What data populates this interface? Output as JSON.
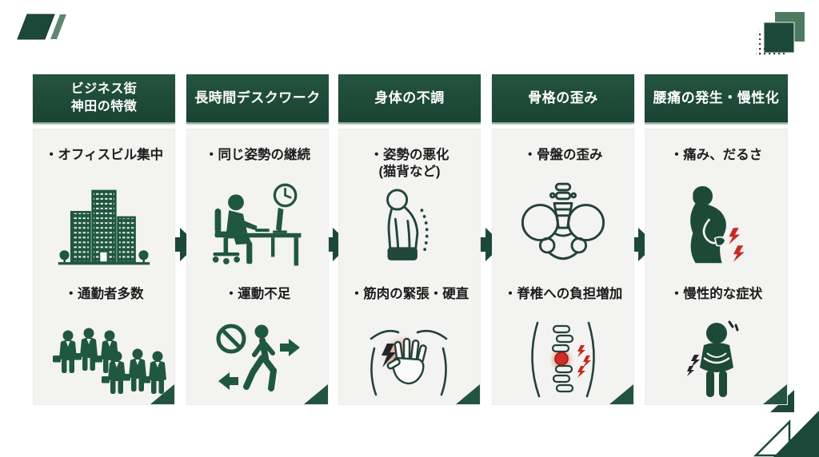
{
  "slide": {
    "type": "process-flow-infographic",
    "language": "ja",
    "step_count": 5
  },
  "colors": {
    "dark_green": "#1c4839",
    "icon_green": "#20573f",
    "outline_green": "#21413382",
    "panel_bg": "#f3f3f1",
    "pain_red": "#c3281e",
    "pain_glow": "#e2604f",
    "header_text": "#ffffff",
    "body_text": "#1c1c1c"
  },
  "flow": {
    "arrow_icon": "arrow-right-icon",
    "arrow_count": 4,
    "direction": "left-to-right"
  },
  "decorations": {
    "top_left": "brand-parallelogram-logo",
    "top_right": "overlapping-squares-with-dot-grid",
    "bottom_right": "corner-triangles",
    "panel_corner": "panel-corner-triangle"
  },
  "columns": [
    {
      "header": "ビジネス街\n神田の特徴",
      "bullets": [
        {
          "text": "・オフィスビル集中",
          "icon": "office-buildings-icon"
        },
        {
          "text": "・通勤者多数",
          "icon": "commuters-icon"
        }
      ]
    },
    {
      "header": "長時間デスクワーク",
      "bullets": [
        {
          "text": "・同じ姿勢の継続",
          "icon": "desk-work-icon"
        },
        {
          "text": "・運動不足",
          "icon": "no-exercise-icon"
        }
      ]
    },
    {
      "header": "身体の不調",
      "bullets": [
        {
          "text": "・姿勢の悪化\n(猫背など)",
          "icon": "slouching-posture-icon"
        },
        {
          "text": "・筋肉の緊張・硬直",
          "icon": "muscle-tension-icon"
        }
      ]
    },
    {
      "header": "骨格の歪み",
      "bullets": [
        {
          "text": "・骨盤の歪み",
          "icon": "pelvis-icon"
        },
        {
          "text": "・脊椎への負担増加",
          "icon": "spine-stress-icon"
        }
      ]
    },
    {
      "header": "腰痛の発生・慢性化",
      "bullets": [
        {
          "text": "・痛み、だるさ",
          "icon": "back-pain-icon"
        },
        {
          "text": "・慢性的な症状",
          "icon": "chronic-symptoms-icon"
        }
      ]
    }
  ]
}
